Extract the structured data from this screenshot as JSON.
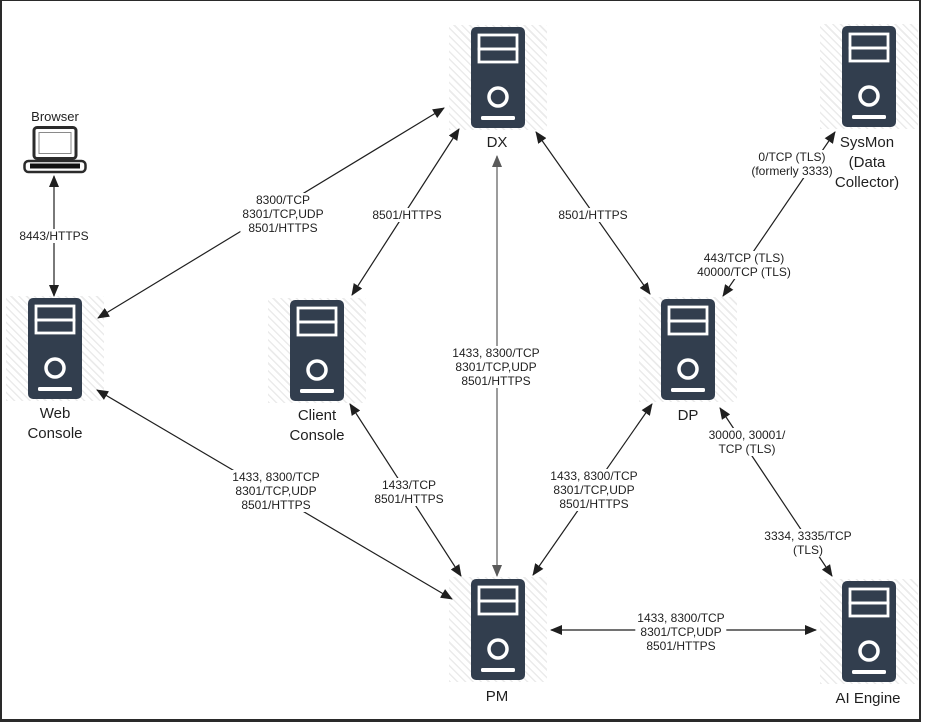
{
  "nodes": {
    "browser": {
      "label": "Browser"
    },
    "web_console": {
      "line1": "Web",
      "line2": "Console"
    },
    "dx": {
      "label": "DX"
    },
    "sysmon": {
      "line1": "SysMon",
      "line2": "(Data",
      "line3": "Collector)"
    },
    "client_console": {
      "line1": "Client",
      "line2": "Console"
    },
    "dp": {
      "label": "DP"
    },
    "pm": {
      "label": "PM"
    },
    "ai_engine": {
      "label": "AI Engine"
    }
  },
  "edge_labels": {
    "browser_web": {
      "l1": "8443/HTTPS"
    },
    "web_dx": {
      "l1": "8300/TCP",
      "l2": "8301/TCP,UDP",
      "l3": "8501/HTTPS"
    },
    "client_dx": {
      "l1": "8501/HTTPS"
    },
    "dx_dp": {
      "l1": "8501/HTTPS"
    },
    "dx_pm": {
      "l1": "1433, 8300/TCP",
      "l2": "8301/TCP,UDP",
      "l3": "8501/HTTPS"
    },
    "sysmon_dp_upper": {
      "l1": "0/TCP (TLS)",
      "l2": "(formerly 3333)"
    },
    "sysmon_dp_lower": {
      "l1": "443/TCP (TLS)",
      "l2": "40000/TCP (TLS)"
    },
    "web_pm": {
      "l1": "1433, 8300/TCP",
      "l2": "8301/TCP,UDP",
      "l3": "8501/HTTPS"
    },
    "client_pm": {
      "l1": "1433/TCP",
      "l2": "8501/HTTPS"
    },
    "dp_pm": {
      "l1": "1433, 8300/TCP",
      "l2": "8301/TCP,UDP",
      "l3": "8501/HTTPS"
    },
    "dp_ai_upper": {
      "l1": "30000, 30001/",
      "l2": "TCP  (TLS)"
    },
    "dp_ai_lower": {
      "l1": "3334, 3335/TCP",
      "l2": "(TLS)"
    },
    "pm_ai": {
      "l1": "1433, 8300/TCP",
      "l2": "8301/TCP,UDP",
      "l3": "8501/HTTPS"
    }
  },
  "colors": {
    "server_fill": "#323e4e",
    "arrow_black": "#1f1f1f",
    "arrow_gray": "#5a5a5a",
    "text": "#1f1f1f",
    "hatch": "#ebebeb",
    "background": "#ffffff",
    "frame_border": "#2a2a2a"
  }
}
